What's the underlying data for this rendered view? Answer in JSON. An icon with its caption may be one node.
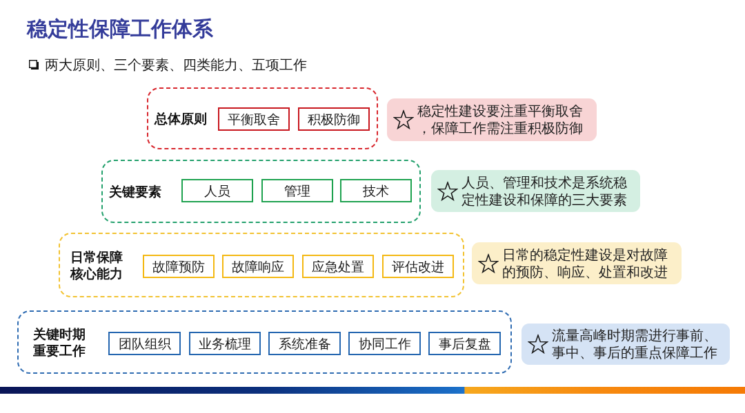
{
  "diagram": {
    "title": "稳定性保障工作体系",
    "nodes": [
      {
        "text": [
          "总体原则"
        ]
      },
      {
        "text": [
          "平衡取舍"
        ],
        "in": 0
      },
      {
        "text": [
          "积极防御"
        ],
        "in": 0
      },
      {
        "text": [
          "稳定性建设要注重平衡取舍，保障工作需注重积极防御"
        ]
      },
      {
        "text": [
          "关键要素"
        ]
      },
      {
        "text": [
          "人员"
        ],
        "in": 4
      },
      {
        "text": [
          "管理"
        ],
        "in": 4
      },
      {
        "text": [
          "技术"
        ],
        "in": 4
      },
      {
        "text": [
          "人员、管理和技术是系统稳定性建设和保障的三大要素"
        ]
      },
      {
        "text": [
          "日常保障核心能力"
        ]
      },
      {
        "text": [
          "故障预防"
        ],
        "in": 9
      },
      {
        "text": [
          "故障响应"
        ],
        "in": 9
      },
      {
        "text": [
          "应急处置"
        ],
        "in": 9
      },
      {
        "text": [
          "评估改进"
        ],
        "in": 9
      },
      {
        "text": [
          "日常的稳定性建设是对故障的预防、响应、处置和改进"
        ]
      },
      {
        "text": [
          "关键时期重要工作"
        ]
      },
      {
        "text": [
          "团队组织"
        ],
        "in": 15
      },
      {
        "text": [
          "业务梳理"
        ],
        "in": 15
      },
      {
        "text": [
          "系统准备"
        ],
        "in": 15
      },
      {
        "text": [
          "协同工作"
        ],
        "in": 15
      },
      {
        "text": [
          "事后复盘"
        ],
        "in": 15
      },
      {
        "text": [
          "流量高峰时期需进行事前、事中、事后的重点保障工作"
        ]
      }
    ],
    "labels": [
      "两大原则、三个要素、四类能力、五项工作"
    ]
  }
}
